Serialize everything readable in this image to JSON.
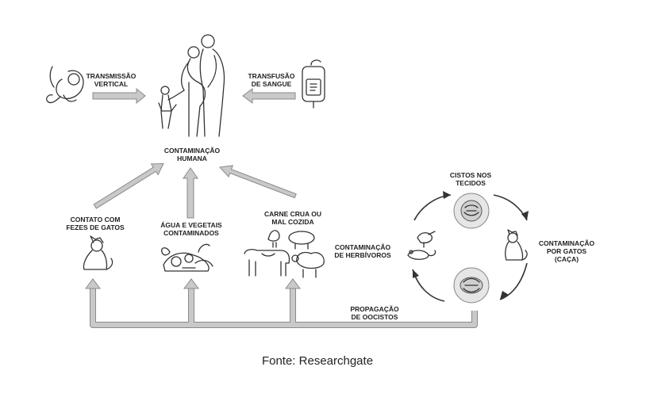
{
  "labels": {
    "vertical_l1": "TRANSMISSÃO",
    "vertical_l2": "VERTICAL",
    "transfusion_l1": "TRANSFUSÃO",
    "transfusion_l2": "DE SANGUE",
    "human_l1": "CONTAMINAÇÃO",
    "human_l2": "HUMANA",
    "cats_l1": "CONTATO COM",
    "cats_l2": "FEZES DE GATOS",
    "water_l1": "ÁGUA E VEGETAIS",
    "water_l2": "CONTAMINADOS",
    "meat_l1": "CARNE CRUA OU",
    "meat_l2": "MAL COZIDA",
    "herbivores_l1": "CONTAMINAÇÃO",
    "herbivores_l2": "DE HERBÍVOROS",
    "cysts_l1": "CISTOS NOS",
    "cysts_l2": "TECIDOS",
    "bycats_l1": "CONTAMINAÇÃO",
    "bycats_l2": "POR GATOS",
    "bycats_l3": "(CAÇA)",
    "oocysts_l1": "PROPAGAÇÃO",
    "oocysts_l2": "DE OOCISTOS"
  },
  "caption": "Fonte: Researchgate"
}
